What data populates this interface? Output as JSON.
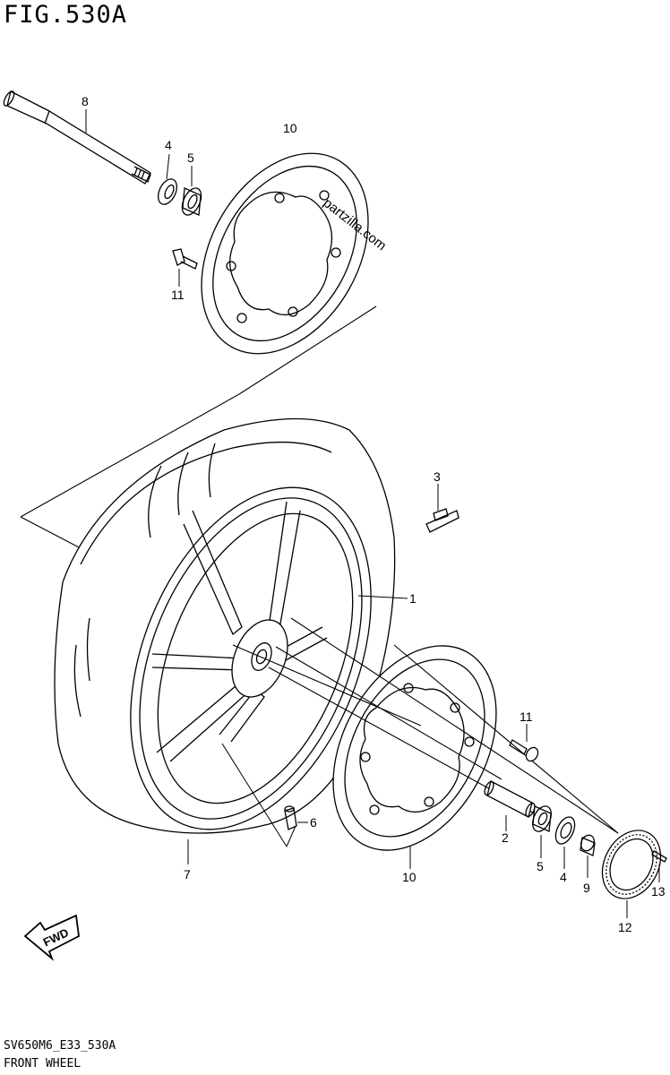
{
  "figure": {
    "title": "FIG.530A",
    "code": "SV650M6_E33_530A",
    "name": "FRONT WHEEL",
    "watermark": "partzilla.com",
    "fwd_label": "FWD"
  },
  "callouts": [
    {
      "id": "c8",
      "label": "8"
    },
    {
      "id": "c10a",
      "label": "10"
    },
    {
      "id": "c4a",
      "label": "4"
    },
    {
      "id": "c5a",
      "label": "5"
    },
    {
      "id": "c11a",
      "label": "11"
    },
    {
      "id": "c3",
      "label": "3"
    },
    {
      "id": "c1",
      "label": "1"
    },
    {
      "id": "c11b",
      "label": "11"
    },
    {
      "id": "c6",
      "label": "6"
    },
    {
      "id": "c2",
      "label": "2"
    },
    {
      "id": "c7",
      "label": "7"
    },
    {
      "id": "c10b",
      "label": "10"
    },
    {
      "id": "c5b",
      "label": "5"
    },
    {
      "id": "c4b",
      "label": "4"
    },
    {
      "id": "c9",
      "label": "9"
    },
    {
      "id": "c13",
      "label": "13"
    },
    {
      "id": "c12",
      "label": "12"
    }
  ],
  "colors": {
    "line": "#000000",
    "background": "#ffffff"
  }
}
